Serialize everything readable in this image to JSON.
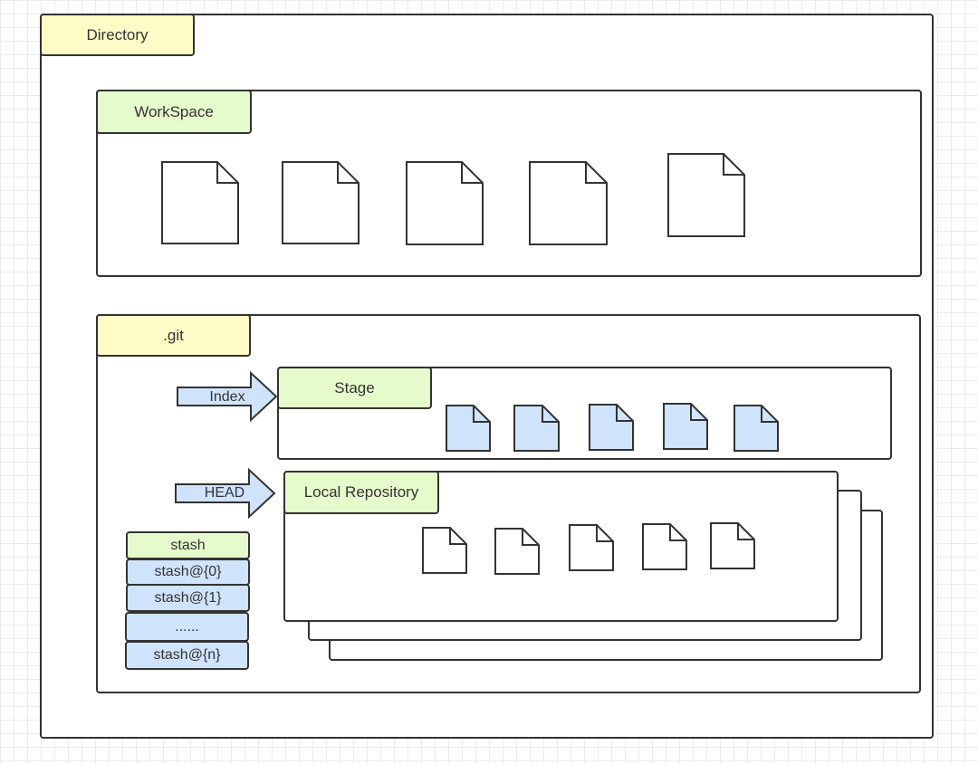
{
  "labels": {
    "directory": "Directory",
    "workspace": "WorkSpace",
    "git": ".git",
    "stage": "Stage",
    "local_repository": "Local Repository"
  },
  "arrows": {
    "index": "Index",
    "head": "HEAD"
  },
  "stash": {
    "header": "stash",
    "items": [
      "stash@{0}",
      "stash@{1}",
      "......",
      "stash@{n}"
    ]
  },
  "colors": {
    "label_yellow": "#fffbc6",
    "label_green": "#e6fbcc",
    "file_blue": "#cfe3fb",
    "stroke": "#333333"
  }
}
